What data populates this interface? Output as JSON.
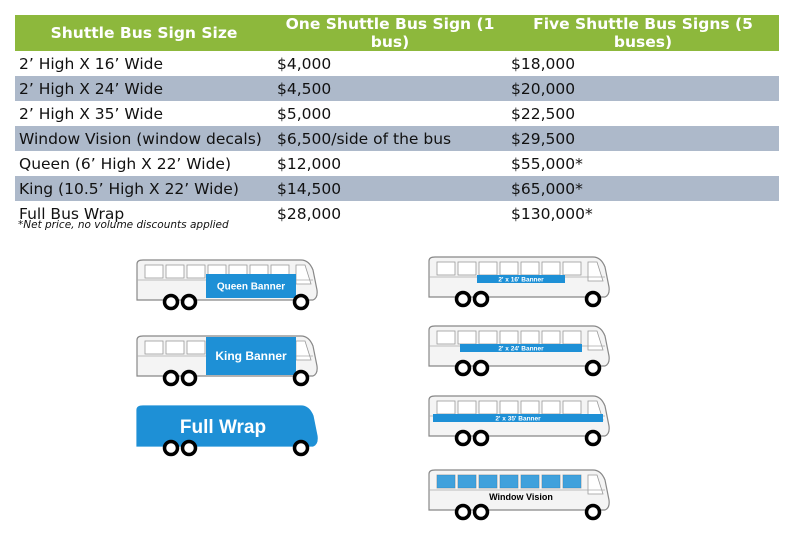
{
  "table": {
    "headers": [
      "Shuttle Bus Sign Size",
      "One Shuttle Bus Sign (1 bus)",
      "Five Shuttle Bus Signs (5 buses)"
    ],
    "rows": [
      [
        "2’ High X 16’ Wide",
        "$4,000",
        "$18,000"
      ],
      [
        "2’ High X 24’ Wide",
        "$4,500",
        "$20,000"
      ],
      [
        "2’ High X 35’ Wide",
        "$5,000",
        "$22,500"
      ],
      [
        "Window Vision (window decals)",
        "$6,500/side of the bus",
        "$29,500"
      ],
      [
        "Queen (6’ High X 22’ Wide)",
        "$12,000",
        "$55,000*"
      ],
      [
        "King (10.5’ High X 22’ Wide)",
        "$14,500",
        "$65,000*"
      ],
      [
        "Full Bus Wrap",
        "$28,000",
        "$130,000*"
      ]
    ],
    "header_color": "#8db83c",
    "alt_row_color": "#adb9ca"
  },
  "footnote": "*Net price, no volume discounts applied",
  "banner_color": "#1e90d6",
  "buses": [
    {
      "label": "Queen Banner",
      "type": "queen"
    },
    {
      "label": "King Banner",
      "type": "king"
    },
    {
      "label": "Full Wrap",
      "type": "full"
    },
    {
      "label": "2' x 16' Banner",
      "type": "b16"
    },
    {
      "label": "2' x 24' Banner",
      "type": "b24"
    },
    {
      "label": "2' x 35' Banner",
      "type": "b35"
    },
    {
      "label": "Window Vision",
      "type": "window"
    }
  ]
}
